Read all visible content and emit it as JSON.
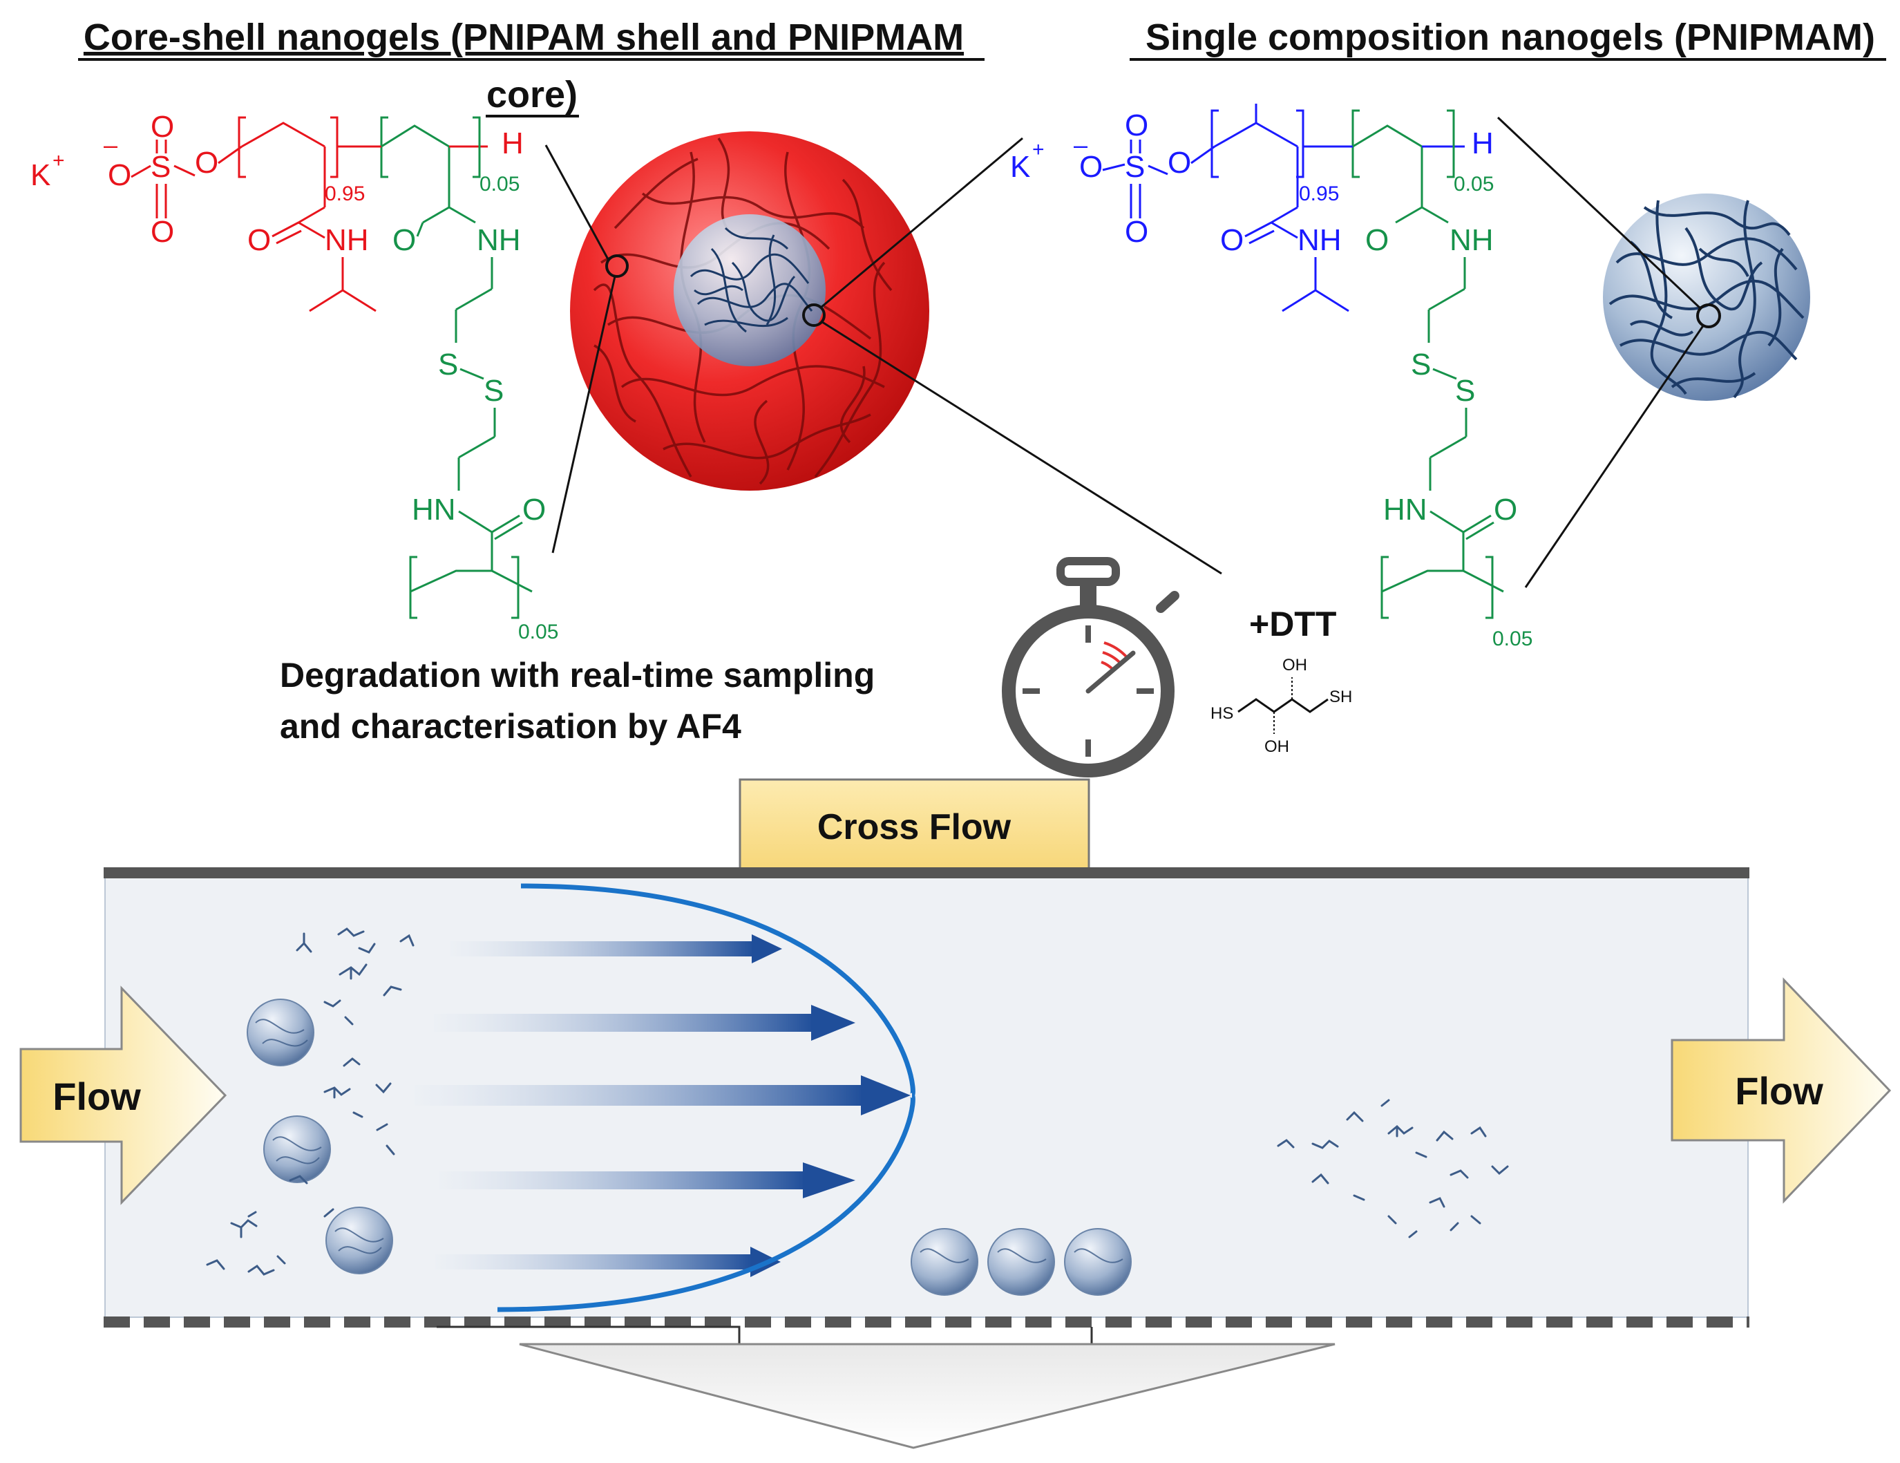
{
  "titles": {
    "core_shell_line1": "Core-shell nanogels (PNIPAM shell and PNIPMAM",
    "core_shell_line2": "core)",
    "single": "Single composition nanogels (PNIPMAM)"
  },
  "left_structure": {
    "counter_ion": "K",
    "counter_ion_charge": "+",
    "sulfate_charge": "–",
    "atom_O": "O",
    "atom_S": "S",
    "atom_H": "H",
    "nh": "NH",
    "hn": "HN",
    "sub_main": "0.95",
    "sub_crosslink": "0.05",
    "sub_bottom": "0.05"
  },
  "right_structure": {
    "counter_ion": "K",
    "counter_ion_charge": "+",
    "sulfate_charge": "–",
    "atom_O": "O",
    "atom_S": "S",
    "atom_H": "H",
    "nh": "NH",
    "hn": "HN",
    "sub_main": "0.95",
    "sub_crosslink": "0.05",
    "sub_bottom": "0.05"
  },
  "degradation_text": {
    "line1": "Degradation with real-time sampling",
    "line2": "and characterisation by AF4"
  },
  "reagent": {
    "label": "+DTT",
    "hs": "HS",
    "sh": "SH",
    "oh_top": "OH",
    "oh_bottom": "OH"
  },
  "channel": {
    "cross_flow": "Cross Flow",
    "flow_in": "Flow",
    "flow_out": "Flow"
  },
  "colors": {
    "pnipam_red": "#e8141c",
    "pnipmam_blue": "#1a1aff",
    "crosslinker_green": "#16924a",
    "yellow_box": "#fbe39a",
    "channel_fill": "#eef1f5",
    "parabola_blue": "#1a73c9",
    "sphere_blue": "#6f8fb8",
    "shell_red": "#d81e1e"
  }
}
